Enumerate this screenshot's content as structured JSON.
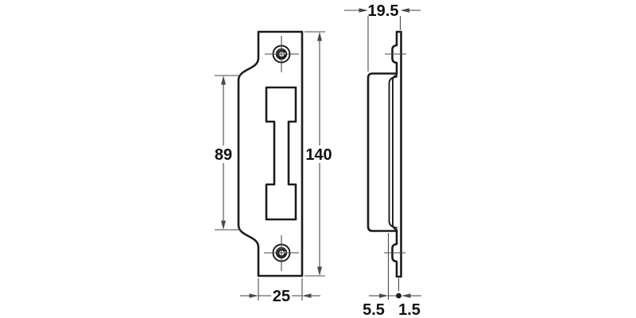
{
  "drawing": {
    "colors": {
      "background": "#ffffff",
      "outline": "#1c1c1c",
      "dimension": "#4a4a4a",
      "text": "#111111"
    },
    "dimensions": {
      "overall_height": "140",
      "flange_height": "89",
      "plate_width": "25",
      "overall_depth": "19.5",
      "dish_offset": "5.5",
      "material_thickness": "1.5"
    }
  }
}
